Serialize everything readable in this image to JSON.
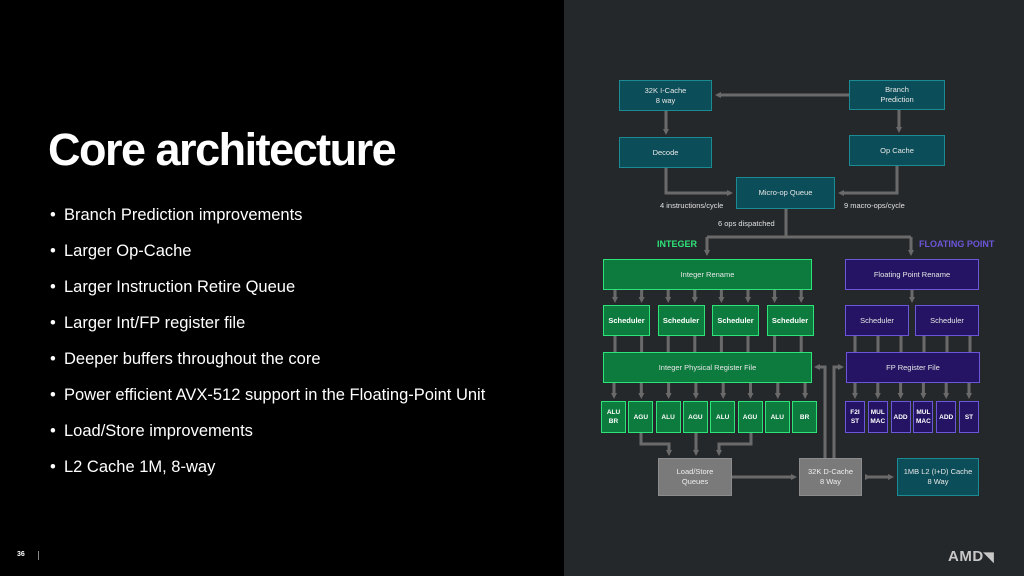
{
  "slide": {
    "title": "Core architecture",
    "bullets": [
      "Branch Prediction improvements",
      "Larger Op-Cache",
      "Larger Instruction Retire Queue",
      "Larger Int/FP register file",
      "Deeper buffers throughout the core",
      "Power efficient AVX-512 support in the Floating-Point Unit",
      "Load/Store improvements",
      "L2 Cache 1M, 8-way"
    ],
    "page_number": "36",
    "logo": "AMD"
  },
  "diagram": {
    "colors": {
      "teal": "#0b4d58",
      "integer": "#0d7a3e",
      "integer_accent": "#2ee37a",
      "fp": "#241463",
      "fp_accent": "#6b55d9",
      "memory": "#7a7a7a",
      "wire": "#6a6a6a"
    },
    "frontend": {
      "icache": [
        "32K I-Cache",
        "8 way"
      ],
      "branch_prediction": [
        "Branch",
        "Prediction"
      ],
      "decode": "Decode",
      "op_cache": "Op Cache",
      "micro_op_queue": "Micro-op Queue",
      "decode_rate": "4 instructions/cycle",
      "opcache_rate": "9 macro-ops/cycle",
      "dispatch": "6 ops dispatched"
    },
    "integer": {
      "section_label": "INTEGER",
      "rename": "Integer Rename",
      "schedulers": [
        "Scheduler",
        "Scheduler",
        "Scheduler",
        "Scheduler"
      ],
      "register_file": "Integer Physical Register File",
      "units": [
        [
          "ALU",
          "BR"
        ],
        [
          "AGU"
        ],
        [
          "ALU"
        ],
        [
          "AGU"
        ],
        [
          "ALU"
        ],
        [
          "AGU"
        ],
        [
          "ALU"
        ],
        [
          "BR"
        ]
      ]
    },
    "fp": {
      "section_label": "FLOATING POINT",
      "rename": "Floating Point Rename",
      "schedulers": [
        "Scheduler",
        "Scheduler"
      ],
      "register_file": "FP Register File",
      "units": [
        [
          "F2I",
          "ST"
        ],
        [
          "MUL",
          "MAC"
        ],
        [
          "ADD"
        ],
        [
          "MUL",
          "MAC"
        ],
        [
          "ADD"
        ],
        [
          "ST"
        ]
      ]
    },
    "memory": {
      "load_store": [
        "Load/Store",
        "Queues"
      ],
      "dcache": [
        "32K D-Cache",
        "8 Way"
      ],
      "l2": [
        "1MB L2 (I+D) Cache",
        "8 Way"
      ]
    }
  }
}
